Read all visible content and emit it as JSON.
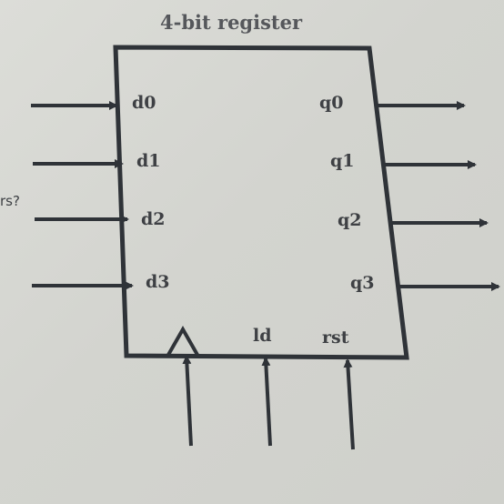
{
  "diagram": {
    "title": "4-bit register",
    "margin_note": "rs?",
    "inputs": [
      "d0",
      "d1",
      "d2",
      "d3"
    ],
    "outputs": [
      "q0",
      "q1",
      "q2",
      "q3"
    ],
    "bottom_inputs": [
      "ld",
      "rst"
    ],
    "clock_symbol": "clock-triangle-icon",
    "colors": {
      "ink": "#2f3338",
      "background": "#d7d8d3"
    }
  }
}
